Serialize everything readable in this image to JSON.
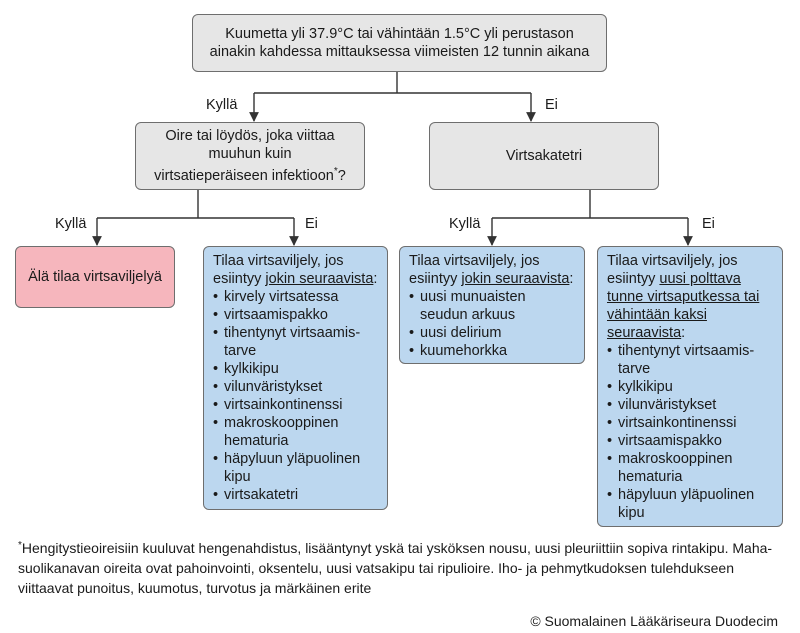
{
  "root": {
    "line1_before": "Kuumetta yli 37.9",
    "line1_deg": "°C",
    "line1_mid": " tai vähintään 1.5",
    "line1_deg2": "°C",
    "line1_after": " yli perustason",
    "line2": "ainakin kahdessa mittauksessa viimeisten 12 tunnin aikana"
  },
  "labels": {
    "yes_top": "Kyllä",
    "no_top": "Ei",
    "yes_left": "Kyllä",
    "no_left": "Ei",
    "yes_right": "Kyllä",
    "no_right": "Ei"
  },
  "question_left": {
    "text": "Oire tai löydös, joka viittaa muuhun kuin virtsatieperäiseen infektioon",
    "sup": "*",
    "end": "?"
  },
  "question_right": {
    "text": "Virtsakatetri"
  },
  "box_no_culture": {
    "text": "Älä tilaa virtsaviljelyä"
  },
  "box_left_culture": {
    "intro": "Tilaa virtsaviljely, jos esiintyy ",
    "intro_underlined": "jokin seuraavista",
    "intro_end": ":",
    "items": [
      "kirvely virtsatessa",
      "virtsaamispakko",
      "tihentynyt virtsaamis­tarve",
      "kylkikipu",
      "vilunväristykset",
      "virtsainkontinenssi",
      "makroskooppinen hematuria",
      "häpyluun yläpuolinen kipu",
      "virtsakatetri"
    ]
  },
  "box_catheter_yes": {
    "intro": "Tilaa virtsaviljely, jos esiintyy ",
    "intro_underlined": "jokin seuraavista",
    "intro_end": ":",
    "items": [
      "uusi munuaisten seudun arkuus",
      "uusi delirium",
      "kuumehorkka"
    ]
  },
  "box_catheter_no": {
    "intro": "Tilaa virtsaviljely, jos esiintyy ",
    "intro_underlined": "uusi polttava tunne virtsaputkessa tai vähintään kaksi seuraavista",
    "intro_end": ":",
    "items": [
      "tihentynyt virtsaamis­tarve",
      "kylkikipu",
      "vilunväristykset",
      "virtsainkontinenssi",
      "virtsaamispakko",
      "makroskooppinen hematuria",
      "häpyluun yläpuolinen kipu"
    ]
  },
  "footnote": {
    "marker": "*",
    "text": "Hengitystieoireisiin kuuluvat hengenahdistus, lisääntynyt yskä tai ysköksen nousu, uusi pleuriittiin sopiva rintakipu. Maha-suolikanavan oireita ovat pahoinvointi, oksentelu, uusi vatsakipu tai ripulioire. Iho- ja pehmytkudoksen tulehdukseen viittaavat punoitus, kuumotus, turvotus ja märkäinen erite"
  },
  "copyright": "© Suomalainen Lääkäriseura Duodecim",
  "colors": {
    "grey_box": "#e6e6e6",
    "blue_box": "#bcd7ef",
    "pink_box": "#f6b6bd",
    "line": "#333333"
  }
}
